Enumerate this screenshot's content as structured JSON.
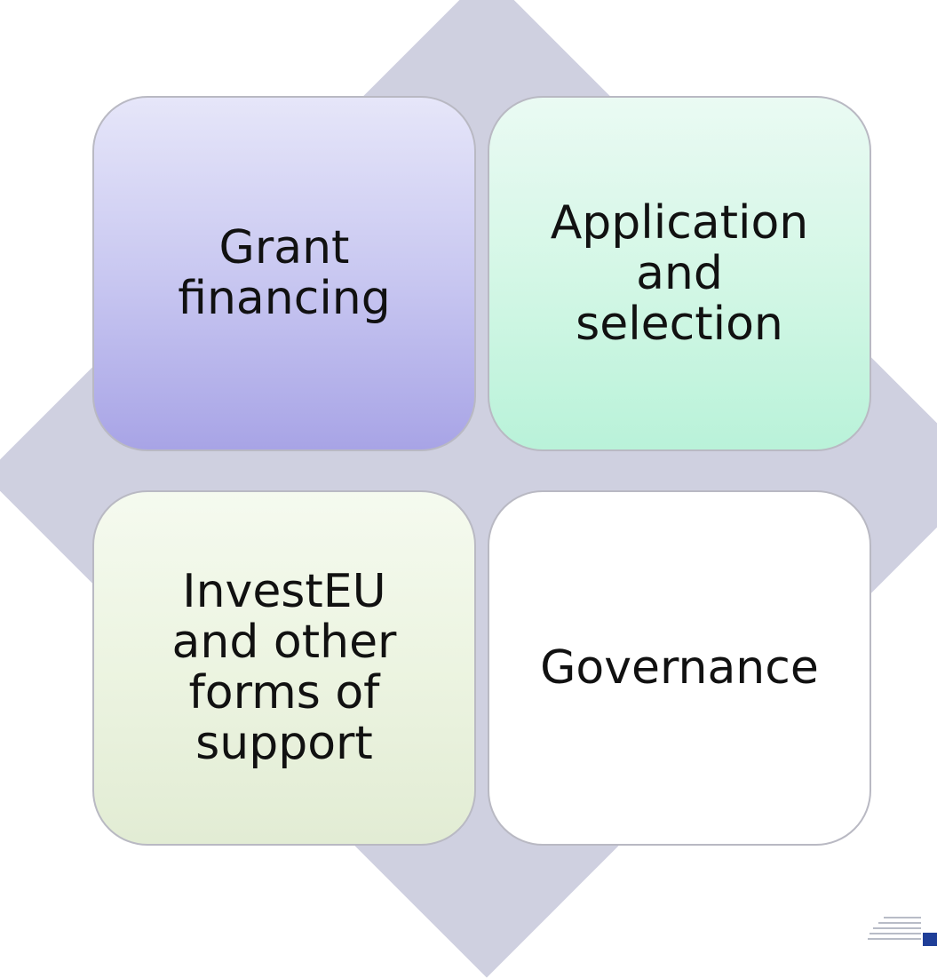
{
  "diagram": {
    "tiles": [
      {
        "id": "grant",
        "label": "Grant\nfinancing"
      },
      {
        "id": "application",
        "label": "Application\nand\nselection"
      },
      {
        "id": "investeu",
        "label": "InvestEU\nand other\nforms of\nsupport"
      },
      {
        "id": "governance",
        "label": "Governance"
      }
    ]
  },
  "colors": {
    "diamond": "#cfd0e0",
    "grant_tile": "#c9c8f1",
    "application_tile": "#d4f7e6",
    "investeu_tile": "#ecf4e1",
    "governance_tile": "#ffffff",
    "tile_border": "#b9b9c3",
    "logo_block": "#1f3e98"
  }
}
